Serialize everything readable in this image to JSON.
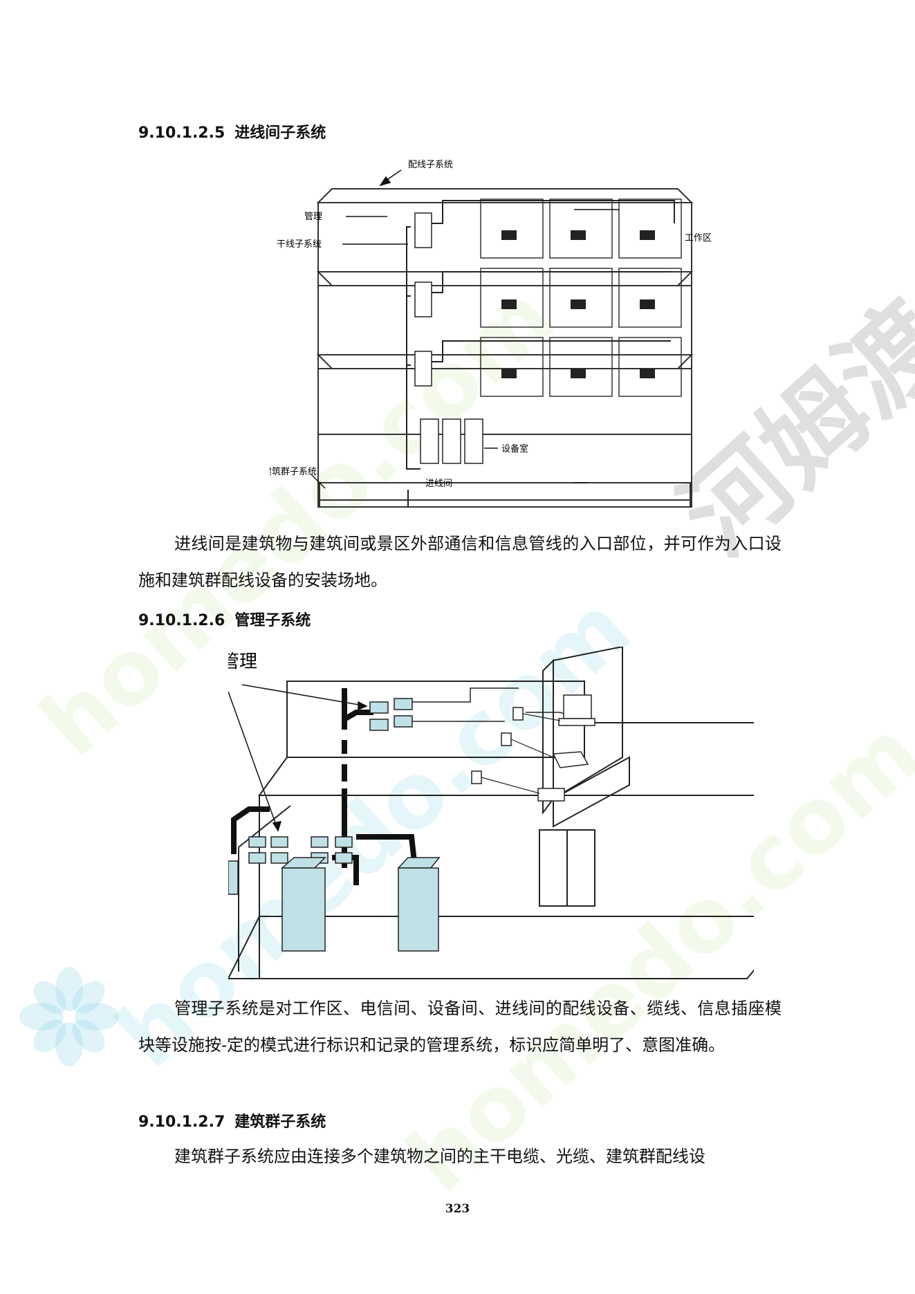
{
  "sections": {
    "s1": {
      "number": "9.10.1.2.5",
      "title": "进线间子系统"
    },
    "s2": {
      "number": "9.10.1.2.6",
      "title": "管理子系统"
    },
    "s3": {
      "number": "9.10.1.2.7",
      "title": "建筑群子系统"
    }
  },
  "figure1": {
    "labels": {
      "horizontal": "配线子系统",
      "management": "管理",
      "work_area": "工作区",
      "backbone": "干线子系统",
      "equipment_room": "设备室",
      "campus": "建筑群子系统",
      "entrance": "进线间"
    }
  },
  "figure2": {
    "labels": {
      "management": "管理"
    }
  },
  "paragraphs": {
    "p1": "进线间是建筑物与建筑间或景区外部通信和信息管线的入口部位，并可作为入口设施和建筑群配线设备的安装场地。",
    "p2": "管理子系统是对工作区、电信间、设备间、进线间的配线设备、缆线、信息插座模块等设施按-定的模式进行标识和记录的管理系统，标识应简单明了、意图准确。",
    "p3": "建筑群子系统应由连接多个建筑物之间的主干电缆、光缆、建筑群配线设"
  },
  "watermarks": {
    "latin": "homedo.com",
    "cjk": "河姆渡"
  },
  "page_number": "323",
  "colors": {
    "equipment": "#bfe0e6",
    "cable": "#111111",
    "outline": "#333333"
  }
}
